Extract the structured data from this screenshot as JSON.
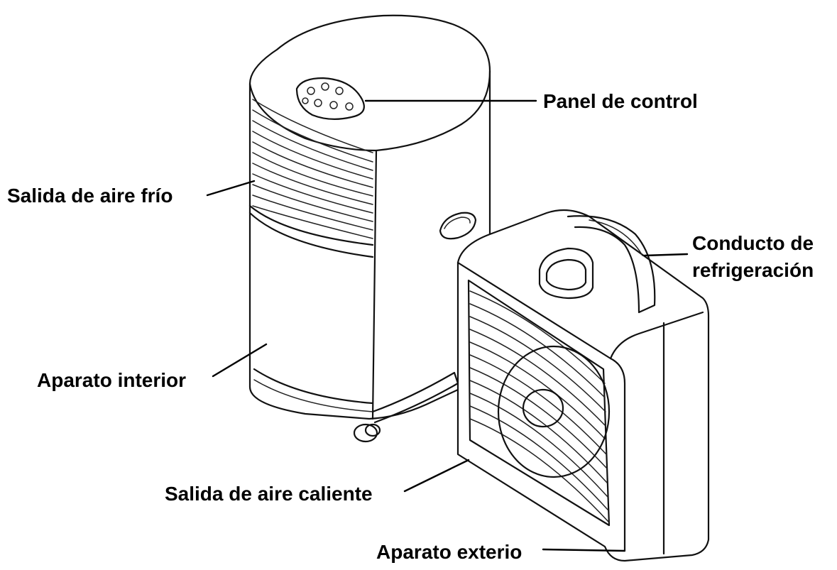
{
  "labels": {
    "control_panel": "Panel de control",
    "cold_air_outlet": "Salida de aire frío",
    "cooling_duct_line1": "Conducto de",
    "cooling_duct_line2": "refrigeración",
    "indoor_unit": "Aparato interior",
    "hot_air_outlet": "Salida de aire caliente",
    "outdoor_unit": "Aparato exterio"
  },
  "colors": {
    "line": "#111111",
    "background": "#ffffff"
  }
}
